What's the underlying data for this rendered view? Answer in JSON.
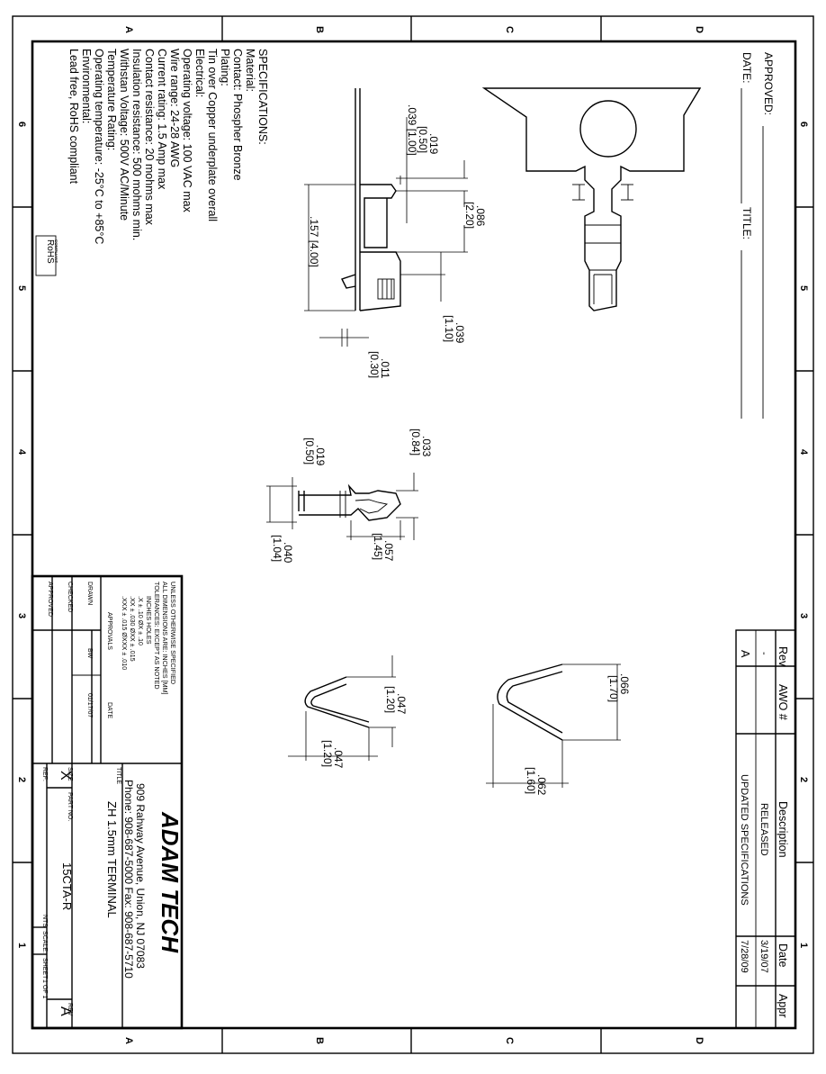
{
  "zones": {
    "letters": [
      "A",
      "B",
      "C",
      "D"
    ],
    "numbers": [
      "6",
      "5",
      "4",
      "3",
      "2",
      "1"
    ]
  },
  "approval": {
    "approved_label": "APPROVED:",
    "date_label": "DATE:",
    "title_label": "TITLE:"
  },
  "specifications": [
    "SPECIFICATIONS:",
    "Material:",
    "Contact: Phospher Bronze",
    "Plating:",
    "Tin over Copper underplate overall",
    "Electrical:",
    "Operating voltage: 100 VAC max",
    "Wire range: 24-28 AWG",
    "Current rating: 1.5 Amp max",
    "Contact resistance: 20 mohms max",
    "Insulation resistance: 500 mohms min.",
    "Withstan Voltage: 500V AC/Minute",
    "Temperature Rating:",
    "Operating temperature: -25°C to +85°C",
    "Environmental:",
    "Lead free, RoHS compliant"
  ],
  "rohs": {
    "line1": "RoHS",
    "line2": "COMPLIANT"
  },
  "dimensions": {
    "d019a": ".019",
    "d019a_mm": "[0.50]",
    "d039a": ".039 [1.00]",
    "d086": ".086",
    "d086_mm": "[2.20]",
    "d157": ".157 [4.00]",
    "d039b": ".039",
    "d039b_mm": "[1.10]",
    "d011": ".011",
    "d011_mm": "[0.30]",
    "d033": ".033",
    "d033_mm": "[0.84]",
    "d019b": ".019",
    "d019b_mm": "[0.50]",
    "d057": ".057",
    "d057_mm": "[1.45]",
    "d040": ".040",
    "d040_mm": "[1.04]",
    "d066": ".066",
    "d066_mm": "[1.70]",
    "d062": ".062",
    "d062_mm": "[1.60]",
    "d047a": ".047",
    "d047a_mm": "[1.20]",
    "d047b": ".047",
    "d047b_mm": "[1.20]"
  },
  "revision_table": {
    "headers": [
      "Rev",
      "AWO #",
      "Description",
      "Date",
      "Appr"
    ],
    "rows": [
      {
        "rev": "-",
        "awo": "",
        "description": "RELEASED",
        "date": "3/19/07",
        "appr": ""
      },
      {
        "rev": "A",
        "awo": "",
        "description": "UPDATED SPECIFICATIONS",
        "date": "7/28/09",
        "appr": ""
      }
    ]
  },
  "tolerances": {
    "lines": [
      "UNLESS OTHERWISE SPECIFIED",
      "ALL DIMENSIONS ARE: INCHES [MM]",
      "TOLERANCES: EXCEPT AS NOTED",
      "INCHES        HOLES",
      ".X   ± .10       ØX   ± .10",
      ".XX  ± .030      ØXX  ± .015",
      ".XXX ± .015      ØXXX ± .010"
    ]
  },
  "approvals_block": {
    "approvals_label": "APPROVALS",
    "date_label": "DATE",
    "drawn_label": "DRAWN",
    "drawn_by": "BW",
    "drawn_date": "01/17/07",
    "checked_label": "CHECKED",
    "approved_label": "APPROVED"
  },
  "company": {
    "name": "ADAM TECH",
    "address": "909 Rahway Avenue, Union, NJ 07083",
    "phone": "Phone: 908-687-5000 Fax: 908-687-5710"
  },
  "title_block": {
    "title_label": "TITLE",
    "title": "ZH 1.5mm TERMINAL",
    "size_label": "SIZE",
    "size": "X",
    "part_no_label": "PART NO.",
    "part_no": "15CTA-R",
    "rev_label": "REV",
    "rev": "A",
    "ref_label": "REF:",
    "scale_label": "SCALE:",
    "scale": "NTS",
    "sheet_label": "SHEET",
    "sheet": "1 OF 1"
  }
}
